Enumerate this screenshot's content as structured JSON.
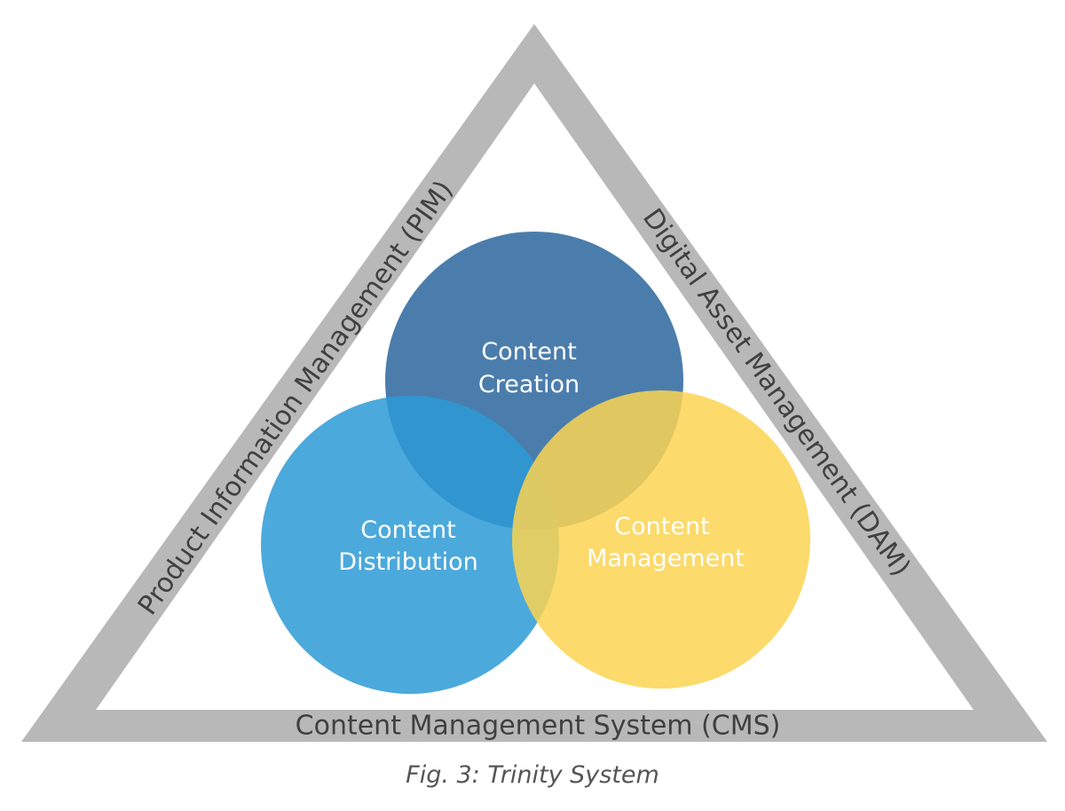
{
  "frame": {
    "left_side": "Product Information Management (PIM)",
    "right_side": "Digital Asset Management (DAM)",
    "bottom_side": "Content Management System (CMS)"
  },
  "circles": {
    "creation": {
      "line1": "Content",
      "line2": "Creation",
      "color": "#1e5c97"
    },
    "distribution": {
      "line1": "Content",
      "line2": "Distribution",
      "color": "#4aa8dd"
    },
    "management": {
      "line1": "Content",
      "line2": "Management",
      "color": "#fcd351"
    }
  },
  "colors": {
    "frame": "#b8b8b8",
    "label_text": "#404040"
  },
  "caption": "Fig. 3: Trinity System"
}
